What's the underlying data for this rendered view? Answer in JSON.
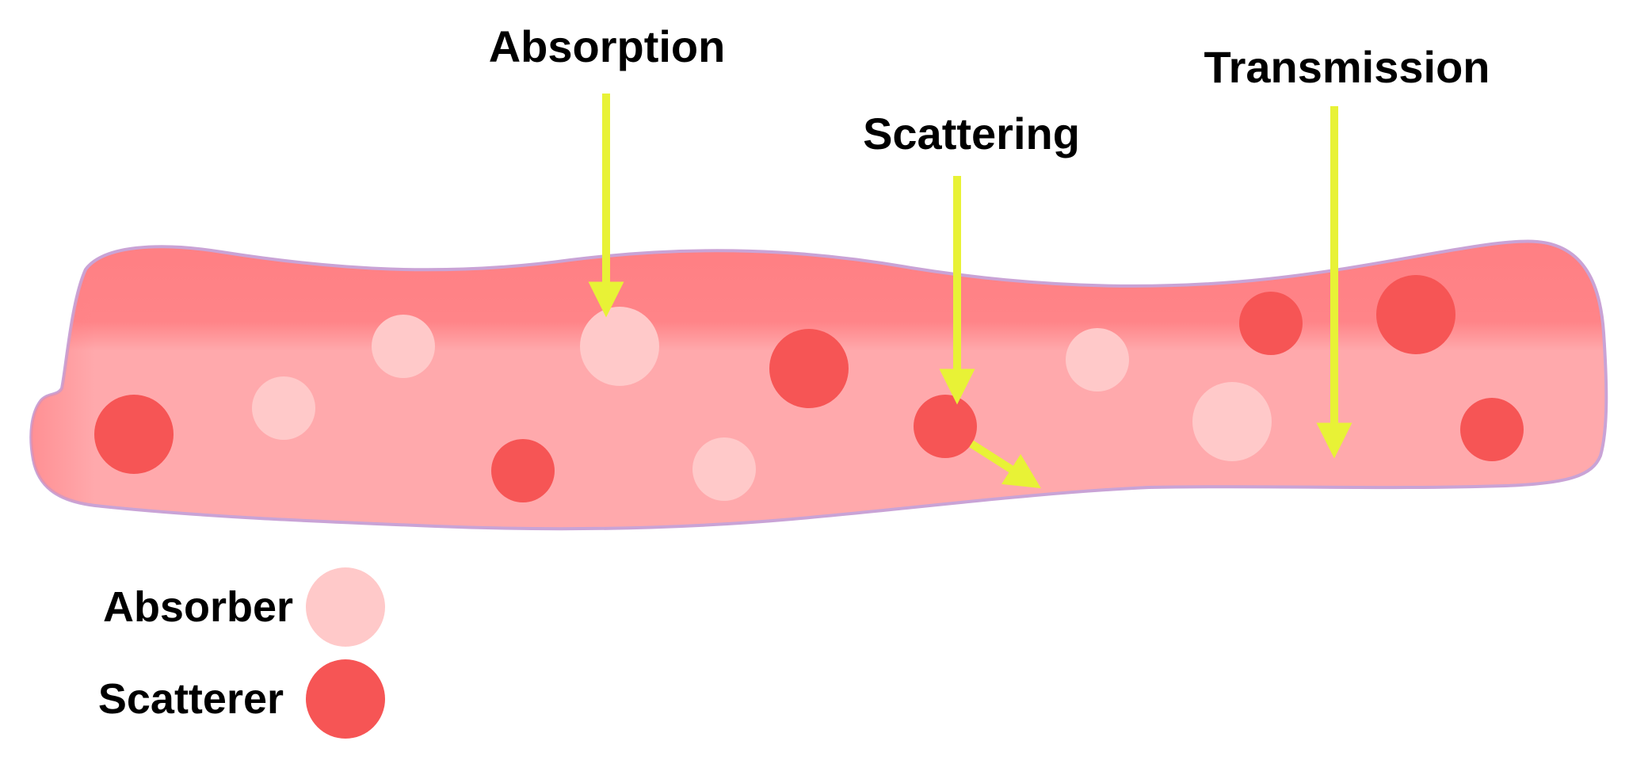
{
  "labels": {
    "absorption": "Absorption",
    "scattering": "Scattering",
    "transmission": "Transmission"
  },
  "legend": {
    "absorber": "Absorber",
    "scatterer": "Scatterer"
  },
  "colors": {
    "tissue_top": "#FF7F83",
    "tissue_body": "#FFA9AC",
    "tissue_outline": "#C9A3D6",
    "absorber": "#FFC9C9",
    "scatterer": "#F65555",
    "arrow": "#E8F236",
    "text": "#000000"
  }
}
